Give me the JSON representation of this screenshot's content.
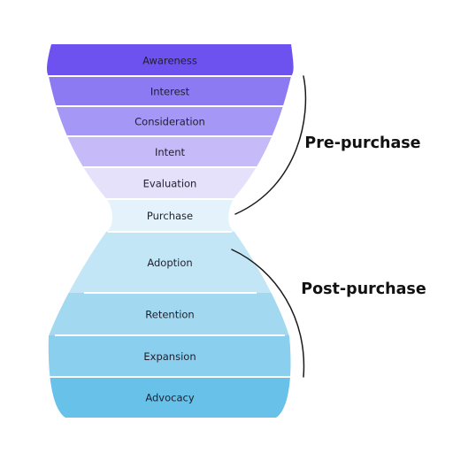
{
  "funnel": {
    "stages": [
      {
        "label": "Awareness",
        "color": "#6e52ef"
      },
      {
        "label": "Interest",
        "color": "#8b7af2"
      },
      {
        "label": "Consideration",
        "color": "#a597f5"
      },
      {
        "label": "Intent",
        "color": "#c6baf9"
      },
      {
        "label": "Evaluation",
        "color": "#e6e1fb"
      },
      {
        "label": "Purchase",
        "color": "#e4f3fb"
      },
      {
        "label": "Adoption",
        "color": "#c3e6f6"
      },
      {
        "label": "Retention",
        "color": "#a3d9f0"
      },
      {
        "label": "Expansion",
        "color": "#8acfee"
      },
      {
        "label": "Advocacy",
        "color": "#67c1e8"
      }
    ]
  },
  "phases": {
    "pre_purchase": "Pre-purchase",
    "post_purchase": "Post-purchase"
  },
  "colors": {
    "bracket": "#1a1a1a",
    "divider": "#ffffff"
  }
}
